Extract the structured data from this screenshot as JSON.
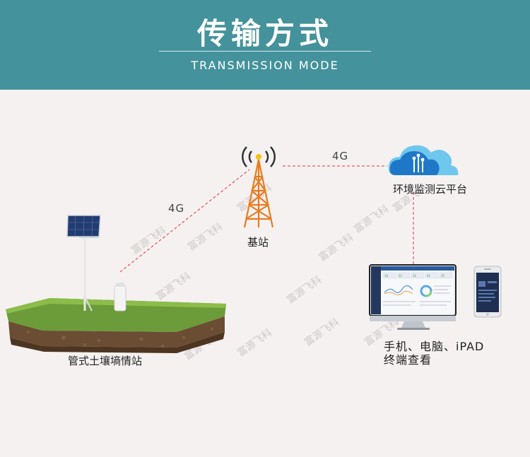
{
  "header": {
    "title": "传输方式",
    "subtitle": "TRANSMISSION MODE",
    "background_color": "#44929b"
  },
  "links": {
    "station_to_tower": "4G",
    "tower_to_cloud": "4G",
    "line_color": "#e0323a"
  },
  "nodes": {
    "soil_station": "管式土壤墒情站",
    "base_station": "基站",
    "cloud_platform": "环境监测云平台",
    "terminals": [
      "手机、电脑、iPAD",
      "终端查看"
    ]
  },
  "monitor_screen": {
    "cards": [
      "16",
      "22",
      "32",
      "41",
      "25"
    ]
  },
  "watermark": "富源飞科",
  "icons": {
    "tower": "radio-tower-icon",
    "cloud": "cloud-icon",
    "solar": "solar-panel-icon",
    "monitor": "monitor-icon",
    "phone": "smartphone-icon"
  }
}
